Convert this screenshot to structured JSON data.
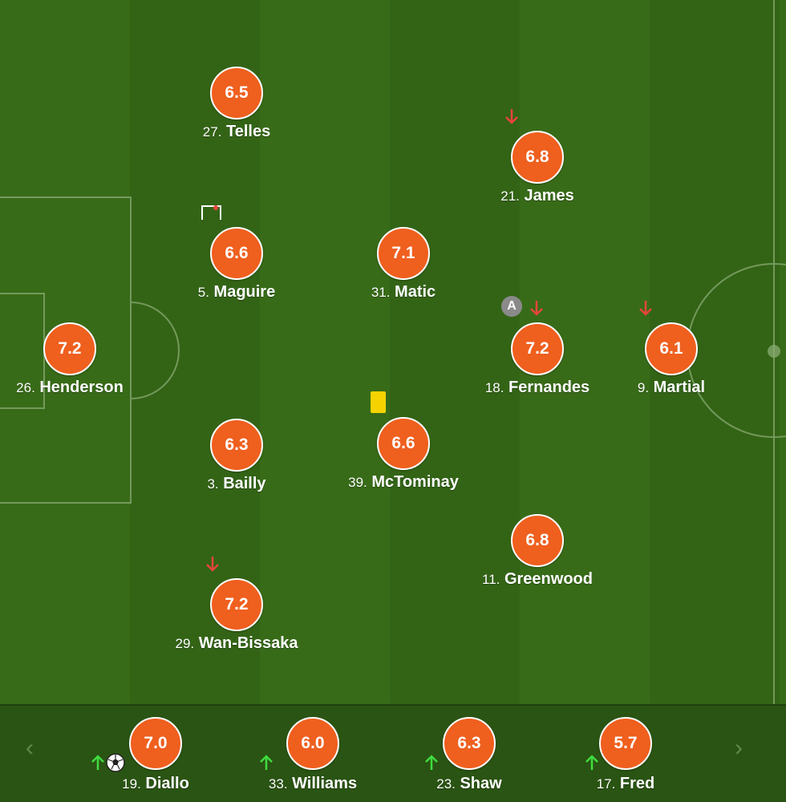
{
  "colors": {
    "rating_bg": "#ef5f1e",
    "sub_out_arrow": "#e6453a",
    "sub_in_arrow": "#3fdc3f",
    "yellow_card": "#f6d300"
  },
  "lineup": [
    {
      "id": "henderson",
      "number": "26.",
      "name": "Henderson",
      "rating": "7.2"
    },
    {
      "id": "telles",
      "number": "27.",
      "name": "Telles",
      "rating": "6.5"
    },
    {
      "id": "maguire",
      "number": "5.",
      "name": "Maguire",
      "rating": "6.6"
    },
    {
      "id": "bailly",
      "number": "3.",
      "name": "Bailly",
      "rating": "6.3"
    },
    {
      "id": "wan-bissaka",
      "number": "29.",
      "name": "Wan-Bissaka",
      "rating": "7.2"
    },
    {
      "id": "matic",
      "number": "31.",
      "name": "Matic",
      "rating": "7.1"
    },
    {
      "id": "mctominay",
      "number": "39.",
      "name": "McTominay",
      "rating": "6.6"
    },
    {
      "id": "james",
      "number": "21.",
      "name": "James",
      "rating": "6.8"
    },
    {
      "id": "fernandes",
      "number": "18.",
      "name": "Fernandes",
      "rating": "7.2"
    },
    {
      "id": "greenwood",
      "number": "11.",
      "name": "Greenwood",
      "rating": "6.8"
    },
    {
      "id": "martial",
      "number": "9.",
      "name": "Martial",
      "rating": "6.1"
    }
  ],
  "captain_badge": "A",
  "bench": [
    {
      "id": "diallo",
      "number": "19.",
      "name": "Diallo",
      "rating": "7.0"
    },
    {
      "id": "williams",
      "number": "33.",
      "name": "Williams",
      "rating": "6.0"
    },
    {
      "id": "shaw",
      "number": "23.",
      "name": "Shaw",
      "rating": "6.3"
    },
    {
      "id": "fred",
      "number": "17.",
      "name": "Fred",
      "rating": "5.7"
    }
  ],
  "nav": {
    "prev": "‹",
    "next": "›"
  }
}
